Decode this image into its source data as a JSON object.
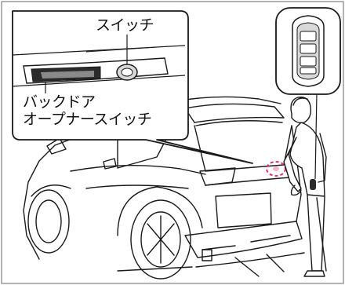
{
  "labels": {
    "switch": "スイッチ",
    "backdoor_line1": "バックドア",
    "backdoor_line2": "オープナースイッチ"
  },
  "colors": {
    "line": "#1a1a1a",
    "frame": "#9a9a9a",
    "highlight": "#e0306a",
    "gray_fill": "#d9d9d9",
    "dark_fill": "#2b2b2b"
  }
}
